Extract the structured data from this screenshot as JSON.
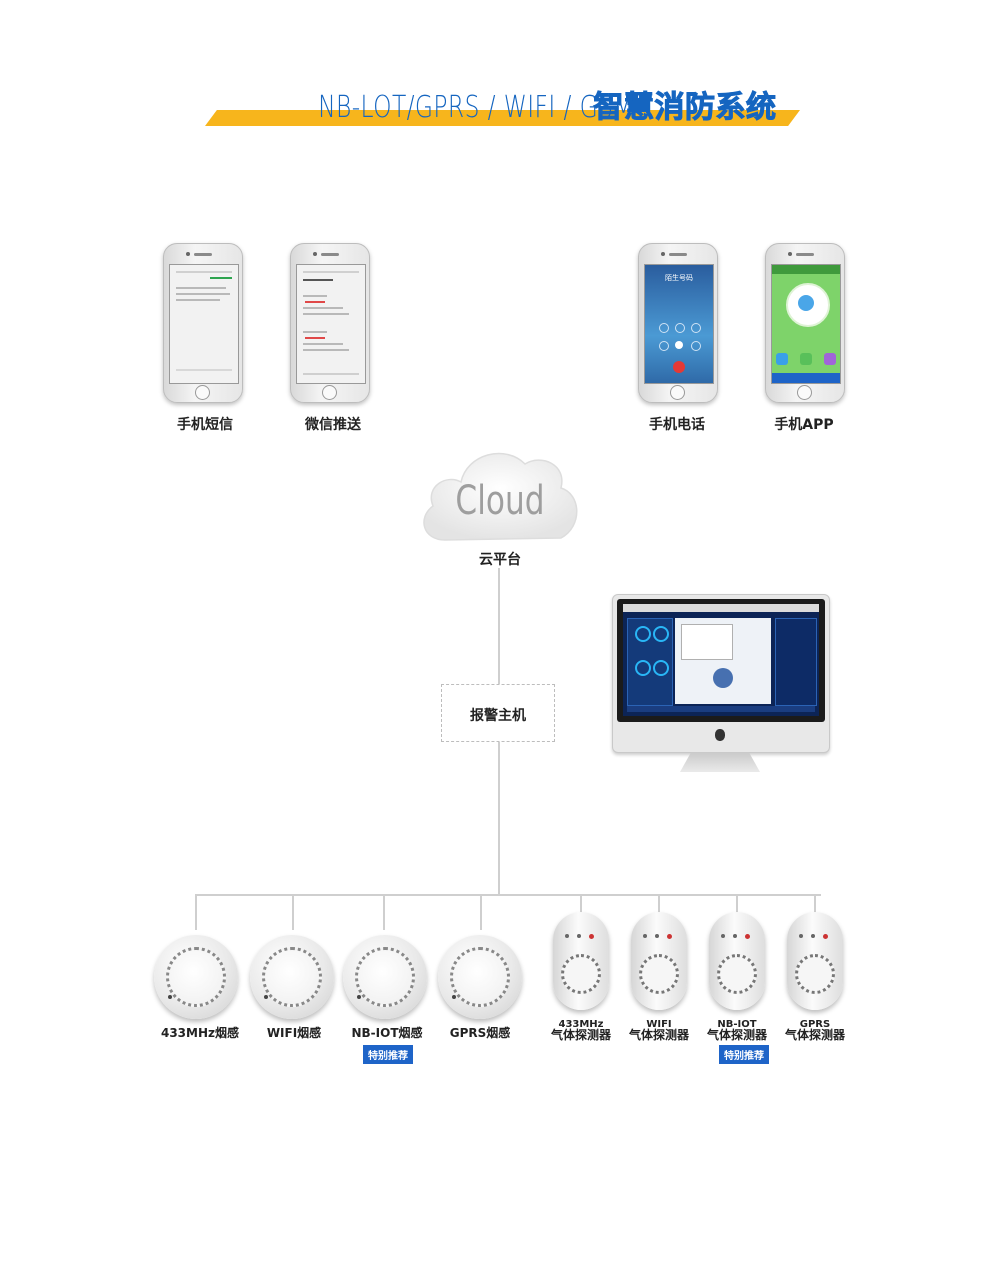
{
  "title": {
    "latin": "NB-LOT/GPRS / WIFI / GSM",
    "cn": "智慧消防系统"
  },
  "channels": [
    {
      "label": "手机短信"
    },
    {
      "label": "微信推送"
    },
    {
      "label": "手机电话"
    },
    {
      "label": "手机APP"
    }
  ],
  "cloud": {
    "word": "Cloud",
    "label": "云平台"
  },
  "alarm_host": {
    "label": "报警主机"
  },
  "call_screen": {
    "caller": "陌生号码"
  },
  "sensors": [
    {
      "label": "433MHz烟感"
    },
    {
      "label": "WIFI烟感"
    },
    {
      "label": "NB-IOT烟感",
      "badge": "特别推荐"
    },
    {
      "label": "GPRS烟感"
    },
    {
      "label_top": "433MHz",
      "label": "气体探测器"
    },
    {
      "label_top": "WIFI",
      "label": "气体探测器"
    },
    {
      "label_top": "NB-IOT",
      "label": "气体探测器",
      "badge": "特别推荐"
    },
    {
      "label_top": "GPRS",
      "label": "气体探测器"
    }
  ],
  "colors": {
    "title_blue": "#1565c0",
    "title_bar": "#f7b51c",
    "badge": "#1e64c8",
    "line": "#cfcfcf"
  }
}
